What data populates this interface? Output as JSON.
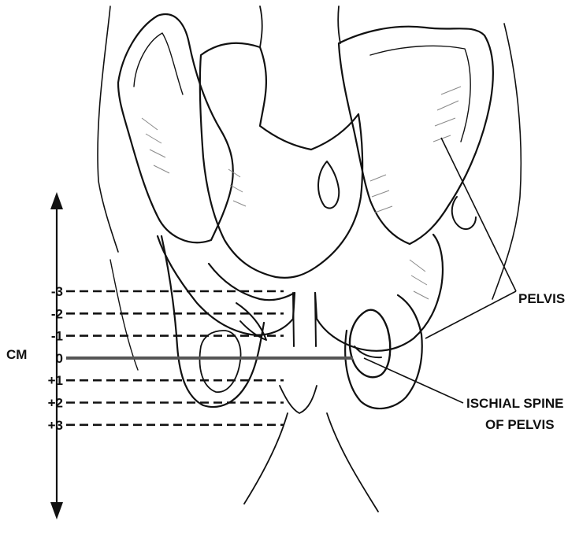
{
  "labels": {
    "axis_unit": "CM",
    "pelvis": "PELVIS",
    "ischial_spine_line1": "ISCHIAL SPINE",
    "ischial_spine_line2": "OF PELVIS"
  },
  "stations": [
    {
      "label": "-3",
      "style": "dashed"
    },
    {
      "label": "-2",
      "style": "dashed"
    },
    {
      "label": "-1",
      "style": "dashed"
    },
    {
      "label": "0",
      "style": "solid"
    },
    {
      "label": "+1",
      "style": "dashed"
    },
    {
      "label": "+2",
      "style": "dashed"
    },
    {
      "label": "+3",
      "style": "dashed"
    }
  ],
  "colors": {
    "ink": "#111111",
    "shade": "#8a8a8a",
    "background": "#ffffff"
  }
}
